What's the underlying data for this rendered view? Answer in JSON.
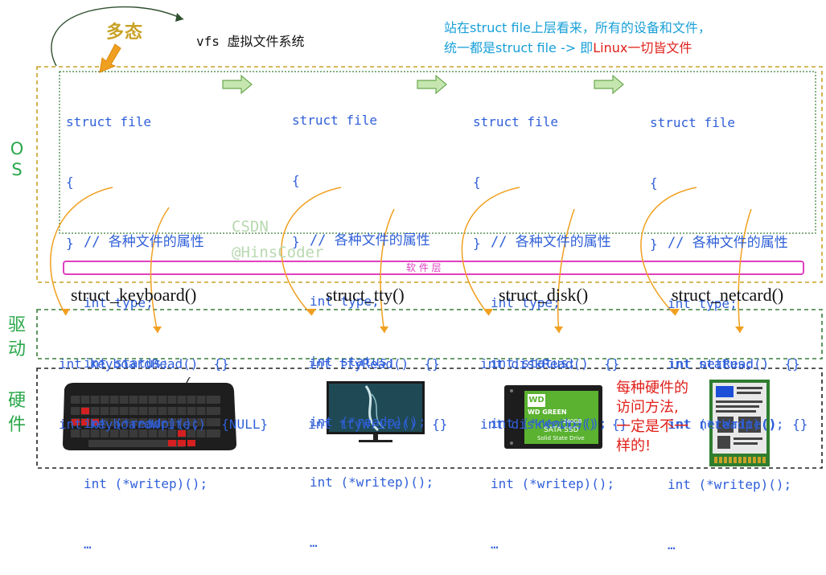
{
  "title_poly": "多态",
  "vfs_label": "vfs 虚拟文件系统",
  "note_top": {
    "line1": "站在struct file上层看来，所有的设备和文件，",
    "line2_a": "统一都是struct file -> 即",
    "line2_b": "Linux一切皆文件"
  },
  "os_label": [
    "O",
    "S"
  ],
  "driver_label": [
    "驱",
    "动"
  ],
  "hardware_label": [
    "硬",
    "件"
  ],
  "software_layer": "软 件 层",
  "watermark": [
    "CSDN",
    "@HinsCoder"
  ],
  "struct_file": {
    "header": "struct file",
    "open": "{",
    "comment": "// 各种文件的属性",
    "fields": [
      "int type;",
      "int status;",
      "int (*readp)();",
      "int (*writep)();",
      "…"
    ],
    "close": "}"
  },
  "drivers": [
    {
      "name": "struct_keyboard()",
      "read": "int keyboardRead()  {}",
      "write": "int keyboardWrite()  {NULL}"
    },
    {
      "name": "struct_tty()",
      "read": "int ttyRead()  {}",
      "write": "int ttyWrite()  {}"
    },
    {
      "name": "struct_disk()",
      "read": "int diskRead()  {}",
      "write": "int diskWrite()  {}"
    },
    {
      "name": "struct_netcard()",
      "read": "int netRead()  {}",
      "write": "int netWrite()  {}"
    }
  ],
  "hardware_note": [
    "每种硬件的",
    "访问方法,",
    "一定是不一",
    "样的!"
  ],
  "ssd": {
    "brand": "WD",
    "line": "WD GREEN",
    "cap": "240GB",
    "iface": "SATA SSD",
    "desc": "Solid State Drive"
  },
  "icons": [
    "keyboard-image",
    "monitor-image",
    "ssd-image",
    "wifi-card-image"
  ],
  "colors": {
    "code": "#2f5fd8",
    "side_label": "#2aa84a",
    "arrow": "#f0a020",
    "os_box": "#c9a227",
    "software_box": "#e040c0",
    "note_top": "#19a0d8",
    "note_red": "#e0201a"
  }
}
